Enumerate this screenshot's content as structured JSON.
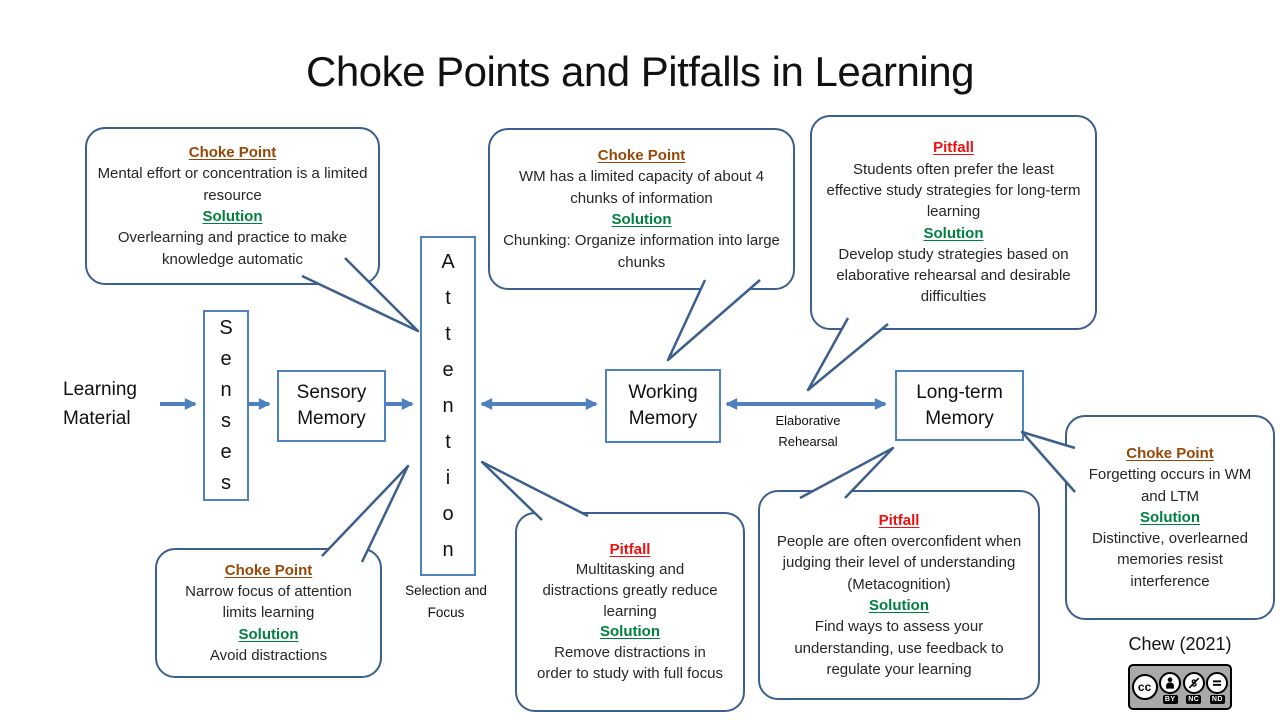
{
  "title": "Choke Points and Pitfalls in Learning",
  "attribution": "Chew (2021)",
  "colors": {
    "arrow_blue": "#4F81BD",
    "callout_border": "#3D5F8E",
    "choke_point_heading": "#974806",
    "pitfall_heading": "#EE1111",
    "solution_heading": "#008040",
    "background": "#FFFFFF",
    "text": "#262626"
  },
  "nodes": {
    "learning_material": "Learning Material",
    "senses": "Senses",
    "sensory_memory": "Sensory Memory",
    "attention": "Attention",
    "working_memory": "Working Memory",
    "long_term_memory": "Long-term Memory"
  },
  "labels": {
    "elaborative_rehearsal": "Elaborative Rehearsal",
    "selection_focus": "Selection and Focus"
  },
  "callouts": [
    {
      "heading": "Choke Point",
      "problem": "Mental effort or concentration is a limited resource",
      "solution_heading": "Solution",
      "solution": "Overlearning and practice to make knowledge automatic"
    },
    {
      "heading": "Choke Point",
      "problem": "WM has a limited  capacity of about 4 chunks of information",
      "solution_heading": "Solution",
      "solution": "Chunking: Organize information into large chunks"
    },
    {
      "heading": "Pitfall",
      "problem": "Students often prefer the least effective study strategies for long-term learning",
      "solution_heading": "Solution",
      "solution": "Develop study strategies based on elaborative rehearsal and desirable difficulties"
    },
    {
      "heading": "Choke Point",
      "problem": "Narrow focus of attention  limits learning",
      "solution_heading": "Solution",
      "solution": "Avoid distractions"
    },
    {
      "heading": "Pitfall",
      "problem": "Multitasking and distractions greatly reduce learning",
      "solution_heading": "Solution",
      "solution": "Remove distractions in order to study with full focus"
    },
    {
      "heading": "Pitfall",
      "problem": "People are often overconfident when judging their level of understanding (Metacognition)",
      "solution_heading": "Solution",
      "solution": "Find ways to assess your understanding, use feedback to regulate your learning"
    },
    {
      "heading": "Choke Point",
      "problem": "Forgetting occurs in WM and LTM",
      "solution_heading": "Solution",
      "solution": "Distinctive, overlearned memories resist interference"
    }
  ],
  "license": {
    "badge_text": "cc",
    "labels": [
      "BY",
      "NC",
      "ND"
    ]
  }
}
